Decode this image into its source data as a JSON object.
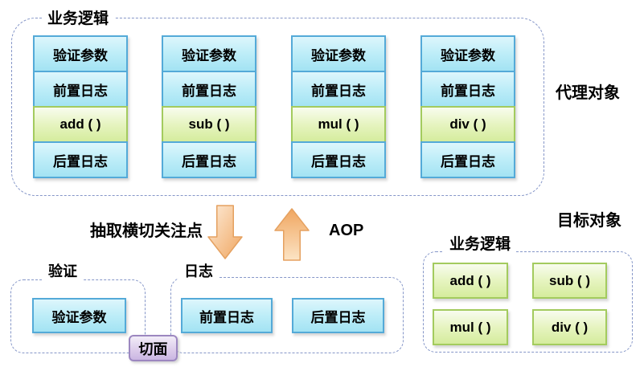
{
  "proxy": {
    "group_label": "业务逻辑",
    "side_label": "代理对象",
    "columns": [
      {
        "cells": [
          "验证参数",
          "前置日志",
          "add ( )",
          "后置日志"
        ]
      },
      {
        "cells": [
          "验证参数",
          "前置日志",
          "sub ( )",
          "后置日志"
        ]
      },
      {
        "cells": [
          "验证参数",
          "前置日志",
          "mul ( )",
          "后置日志"
        ]
      },
      {
        "cells": [
          "验证参数",
          "前置日志",
          "div ( )",
          "后置日志"
        ]
      }
    ]
  },
  "flow": {
    "extract_label": "抽取横切关注点",
    "aop_label": "AOP",
    "down_arrow_icon": "down-arrow",
    "up_arrow_icon": "up-arrow"
  },
  "aspects": {
    "validation": {
      "group_label": "验证",
      "items": [
        "验证参数"
      ]
    },
    "logging": {
      "group_label": "日志",
      "items": [
        "前置日志",
        "后置日志"
      ]
    },
    "aspect_label": "切面"
  },
  "target": {
    "side_label": "目标对象",
    "group_label": "业务逻辑",
    "methods": [
      "add ( )",
      "sub ( )",
      "mul ( )",
      "div ( )"
    ]
  },
  "colors": {
    "blue_box_border": "#54aad8",
    "blue_box_top": "#ddf6fc",
    "blue_box_bottom": "#a3e3f3",
    "green_box_border": "#a3cb5e",
    "green_box_top": "#f8fcee",
    "green_box_bottom": "#d5ec9d",
    "purple_box_border": "#9c87c0",
    "purple_box_top": "#f2edf8",
    "purple_box_bottom": "#cab6e2",
    "arrow_fill_light": "#fdecd9",
    "arrow_fill_dark": "#f1a964",
    "arrow_stroke": "#e5a160",
    "dashed_border": "#8596c8"
  }
}
